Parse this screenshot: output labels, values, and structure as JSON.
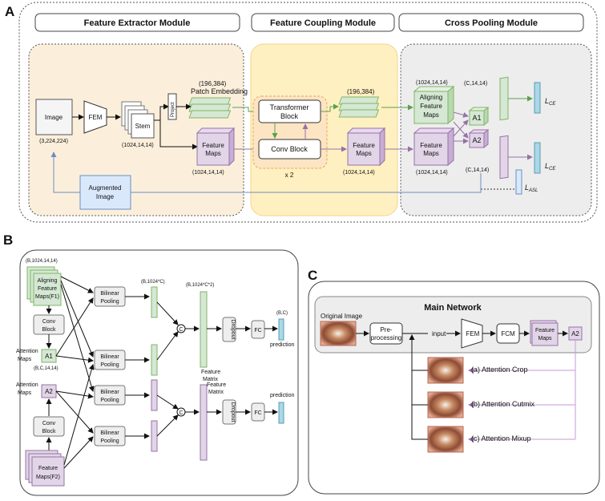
{
  "colors": {
    "green_fill": "#d5e8d4",
    "green_stroke": "#82b366",
    "purple_fill": "#e1d5e7",
    "purple_stroke": "#9673a6",
    "blue_fill": "#dae8fc",
    "blue_stroke": "#6c8ebf",
    "orange_bg": "#fbefdc",
    "yellow_bg": "#fff0c1",
    "grey_bg": "#ededed",
    "cyan_fill": "#a9d8e8"
  },
  "panel_a": {
    "letter": "A",
    "headers": {
      "fem": "Feature Extractor Module",
      "fcm": "Feature Coupling Module",
      "cpm": "Cross Pooling Module"
    },
    "image": "Image",
    "image_dim": "(3,224,224)",
    "fem": "FEM",
    "stem": "Stem",
    "project": "Project",
    "patch_dim": "(196,384)",
    "patch_label": "Patch Embedding",
    "stem_dim": "(1024,14,14)",
    "fm_label": [
      "Feature",
      "Maps"
    ],
    "fm_dim": "(1024,14,14)",
    "transformer": [
      "Transformer",
      "Block"
    ],
    "conv_block": "Conv Block",
    "times": "x 2",
    "fcm_patch_dim": "(196,384)",
    "fcm_fm_label": [
      "Feature",
      "Maps"
    ],
    "fcm_fm_dim": "(1024,14,14)",
    "aligning_dim": "(1024,14,14)",
    "aligning": [
      "Aligning",
      "Feature",
      "Maps"
    ],
    "cpm_fm_label": [
      "Feature",
      "Maps"
    ],
    "cpm_fm_dim": "(1024,14,14)",
    "a1": "A1",
    "a2": "A2",
    "c_dim_top": "(C,14,14)",
    "c_dim_bottom": "(C,14,14)",
    "lce_l": "L",
    "lce_sub": "CE",
    "lasl_sub": "ASL",
    "augmented": [
      "Augmented",
      "Image"
    ]
  },
  "panel_b": {
    "letter": "B",
    "f1_dim": "(B,1024,14,14)",
    "f1_label": [
      "Aligning",
      "Feature",
      "Maps(F1)"
    ],
    "conv_top": [
      "Conv",
      "Block"
    ],
    "att_maps1": [
      "Attention",
      "Maps"
    ],
    "a1": "A1",
    "a1_dim": "(B,C,14,14)",
    "att_maps2": [
      "Attention",
      "Maps"
    ],
    "a2": "A2",
    "conv_bottom": [
      "Conv",
      "Block"
    ],
    "f2_label": [
      "Feature",
      "Maps(F2)"
    ],
    "bilinear": [
      "Bilinear",
      "Pooling"
    ],
    "bc_dim": "(B,1024*C)",
    "bc2_dim": "(B,1024*C*2)",
    "c": "C",
    "feature_matrix": [
      "Feature",
      "Matrix"
    ],
    "dropout": "Dropout",
    "fc": "FC",
    "out_dim": "(B,C)",
    "prediction": "prediction"
  },
  "panel_c": {
    "letter": "C",
    "title": "Main Network",
    "original": "Original Image",
    "preproc": [
      "Pre-",
      "processing"
    ],
    "input": "input",
    "fem": "FEM",
    "fcm": "FCM",
    "fm": [
      "Feature",
      "Maps"
    ],
    "a2": "A2",
    "crop": "(a) Attention Crop",
    "cutmix": "(b) Attention Cutmix",
    "mixup": "(c) Attention Mixup"
  }
}
